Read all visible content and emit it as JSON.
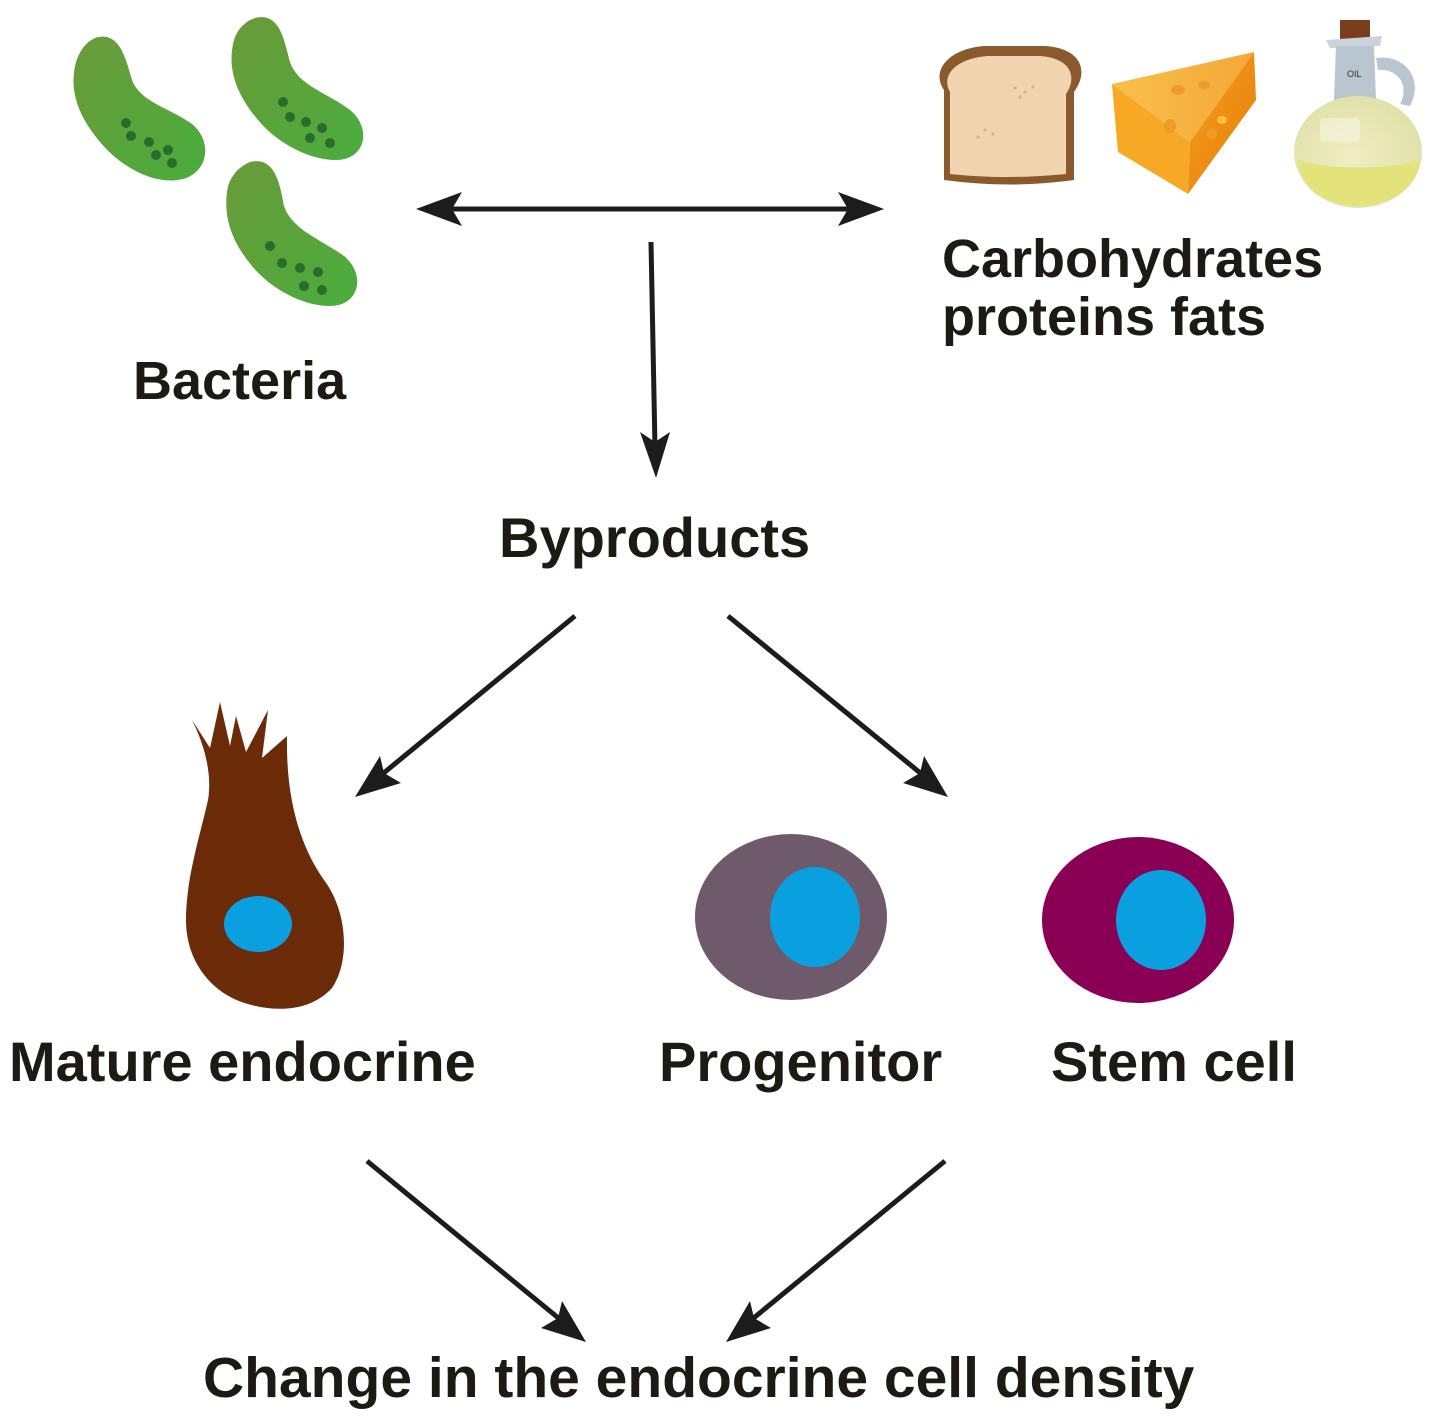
{
  "labels": {
    "bacteria": "Bacteria",
    "nutrients_line1": "Carbohydrates",
    "nutrients_line2": "proteins fats",
    "byproducts": "Byproducts",
    "mature_endocrine": "Mature endocrine",
    "progenitor": "Progenitor",
    "stem_cell": "Stem cell",
    "outcome": "Change in the endocrine cell density",
    "oil_jar_text": "OIL"
  },
  "icons": {
    "bacteria": "bacteria-icon",
    "bread": "bread-slice-icon",
    "cheese": "cheese-wedge-icon",
    "oil": "oil-bottle-icon",
    "mature_endocrine": "mature-endocrine-cell-icon",
    "progenitor": "progenitor-cell-icon",
    "stem_cell": "stem-cell-icon"
  },
  "colors": {
    "bacteria": "#5aab3c",
    "bacteria_spots": "#2b6b2b",
    "mature_endocrine_cell": "#6b2a08",
    "progenitor_cell": "#6f5a6b",
    "stem_cell": "#8a0055",
    "nucleus": "#0aa0e0",
    "arrow": "#1c1c1c",
    "text": "#1c1a12"
  },
  "edges": [
    {
      "from": "bacteria",
      "to": "nutrients",
      "type": "bidirectional"
    },
    {
      "from": "bacteria+nutrients",
      "to": "byproducts"
    },
    {
      "from": "byproducts",
      "to": "mature_endocrine"
    },
    {
      "from": "byproducts",
      "to": "progenitor_and_stem_cell"
    },
    {
      "from": "mature_endocrine",
      "to": "outcome"
    },
    {
      "from": "progenitor_and_stem_cell",
      "to": "outcome"
    }
  ]
}
